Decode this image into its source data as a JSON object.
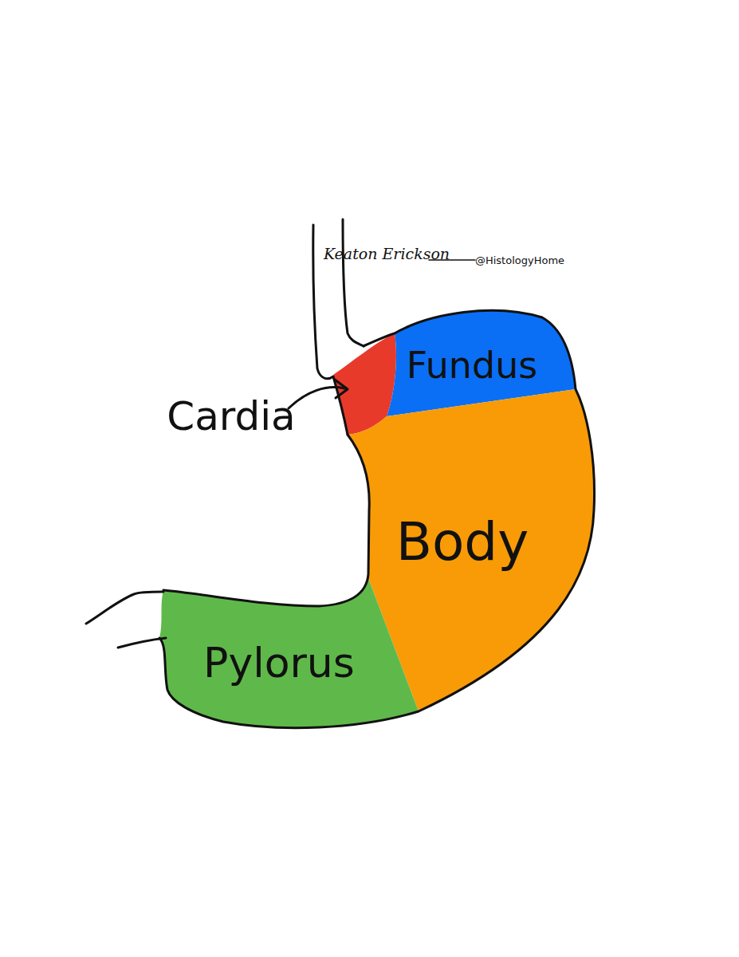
{
  "diagram": {
    "labels": [
      "Keaton Erickson",
      "@HistologyHome",
      "Fundus",
      "Cardia",
      "Body",
      "Pylorus"
    ]
  }
}
